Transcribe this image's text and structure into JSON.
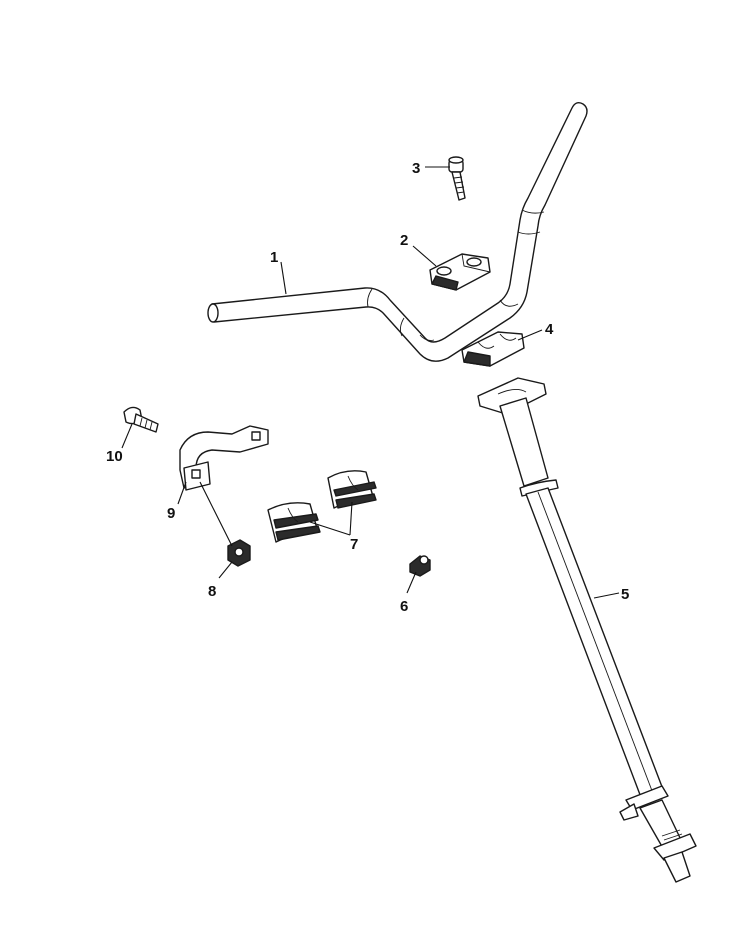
{
  "callouts": {
    "c1": "1",
    "c2": "2",
    "c3": "3",
    "c4": "4",
    "c5": "5",
    "c6": "6",
    "c7": "7",
    "c8": "8",
    "c9": "9",
    "c10": "10"
  },
  "colors": {
    "line": "#1a1a1a",
    "part_fill": "#ffffff",
    "shade": "#2b2b2b",
    "background": "#ffffff"
  }
}
